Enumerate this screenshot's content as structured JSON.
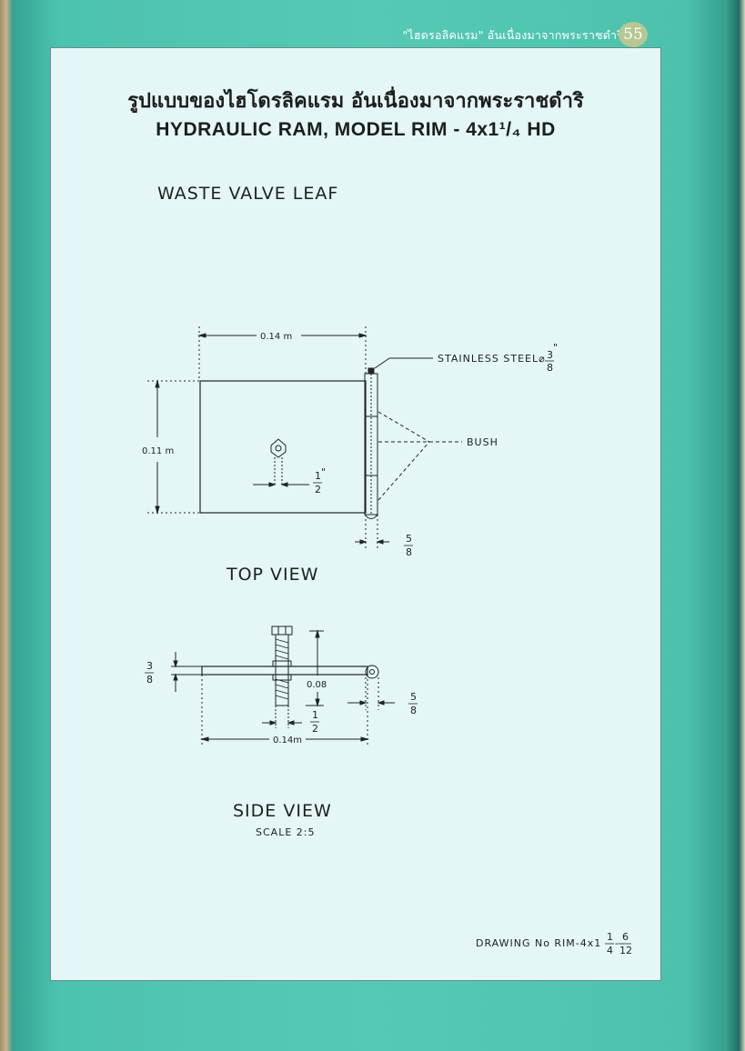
{
  "header": {
    "running_title": "\"ไฮดรอลิคแรม\" อันเนื่องมาจากพระราชดำริ",
    "page_number": "55"
  },
  "titles": {
    "thai": "รูปแบบของไฮโดรลิคแรม อันเนื่องมาจากพระราชดำริ",
    "english": "HYDRAULIC RAM, MODEL RIM - 4x1¹/₄ HD"
  },
  "drawing": {
    "part_name": "WASTE  VALVE  LEAF",
    "top_view": {
      "label": "TOP VIEW",
      "width_dim": "0.14 m",
      "height_dim": "0.11 m",
      "bolt_dim_num": "1",
      "bolt_dim_den": "2",
      "bolt_dim_mark": "\"",
      "hinge_dim_num": "5",
      "hinge_dim_den": "8",
      "callout_steel": "STAINLESS STEEL⌀",
      "callout_steel_num": "3",
      "callout_steel_den": "8",
      "callout_steel_mark": "\"",
      "callout_bush": "BUSH"
    },
    "side_view": {
      "label": "SIDE VIEW",
      "scale": "SCALE 2:5",
      "thickness_num": "3",
      "thickness_den": "8",
      "bolt_height_dim": "0.08",
      "bolt_dia_num": "1",
      "bolt_dia_den": "2",
      "hinge_num": "5",
      "hinge_den": "8",
      "width_dim": "0.14m"
    },
    "drawing_no_prefix": "DRAWING  No RIM-4x1",
    "drawing_no_f1_num": "1",
    "drawing_no_f1_den": "4",
    "drawing_no_dash": "-",
    "drawing_no_f2_num": "6",
    "drawing_no_f2_den": "12"
  }
}
